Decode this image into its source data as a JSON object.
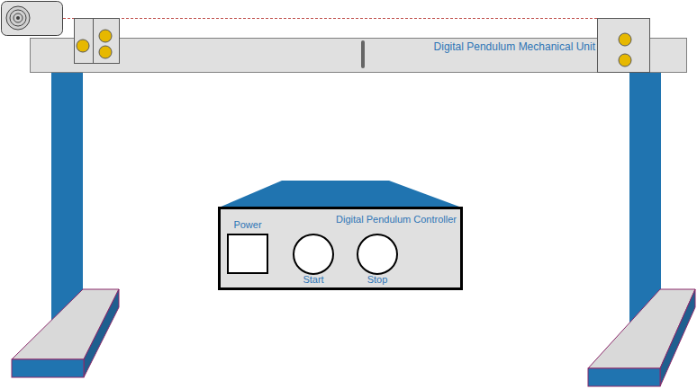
{
  "diagram": {
    "nodes": [
      {
        "text": [
          "Digital Pendulum Mechanical Unit"
        ]
      },
      {
        "text": [
          "Digital Pendulum Controller"
        ]
      },
      {
        "text": [
          "Power"
        ],
        "in": 1
      },
      {
        "text": [
          "Start"
        ],
        "in": 1
      },
      {
        "text": [
          "Stop"
        ],
        "in": 1
      }
    ]
  }
}
